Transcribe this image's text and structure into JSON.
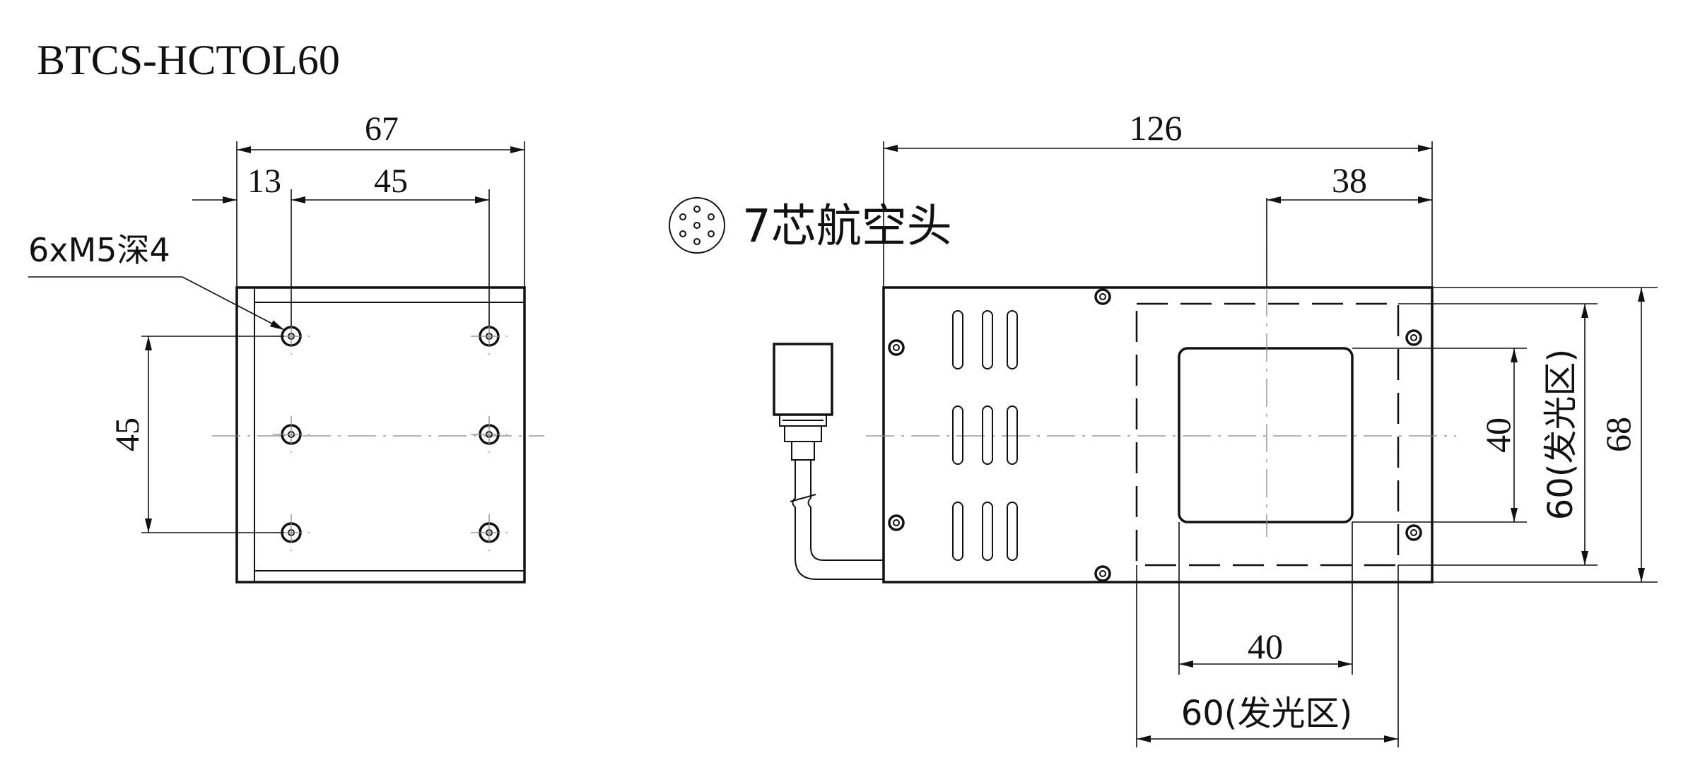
{
  "title": "BTCS-HCTOL60",
  "connector_label": "7芯航空头",
  "left_view": {
    "dim_width": "67",
    "dim_offset": "13",
    "dim_hole_spacing_h": "45",
    "dim_hole_spacing_v": "45",
    "hole_callout": "6xM5深4"
  },
  "right_view": {
    "dim_length": "126",
    "dim_window_offset": "38",
    "dim_height": "68",
    "dim_inner_h": "40",
    "dim_emit_h": "60(发光区)",
    "dim_inner_w": "40",
    "dim_emit_w": "60(发光区)"
  }
}
